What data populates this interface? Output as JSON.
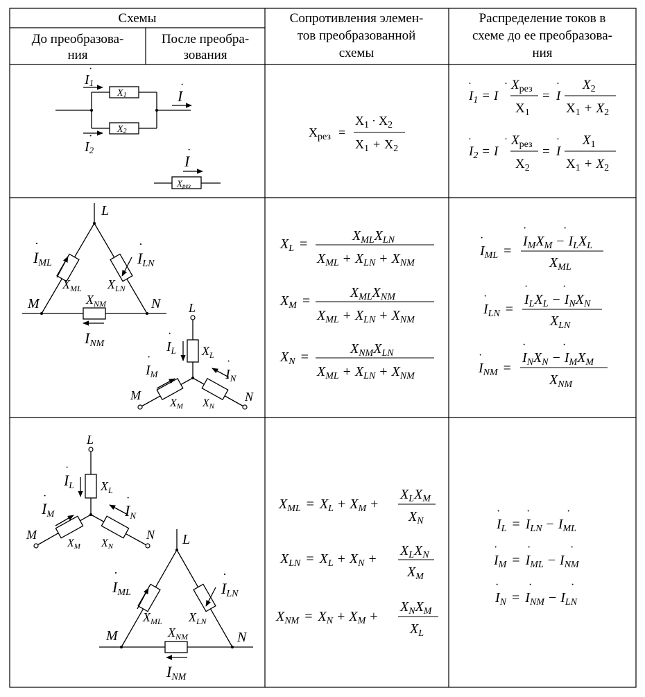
{
  "header": {
    "schemes": "Схемы",
    "before_line1": "До преобразова-",
    "before_line2": "ния",
    "after_line1": "После преобра-",
    "after_line2": "зования",
    "resist_line1": "Сопротивления элемен-",
    "resist_line2": "тов преобразованной",
    "resist_line3": "схемы",
    "dist_line1": "Распределение токов в",
    "dist_line2": "схеме до ее преобразова-",
    "dist_line3": "ния"
  },
  "labels": {
    "I": "I",
    "X": "X",
    "L": "L",
    "M": "M",
    "N": "N",
    "s1": "1",
    "s2": "2",
    "rez": "рез",
    "ML": "ML",
    "LN": "LN",
    "NM": "NM",
    "plus": "+",
    "minus": "−",
    "eq": "=",
    "dot_op": "·"
  }
}
